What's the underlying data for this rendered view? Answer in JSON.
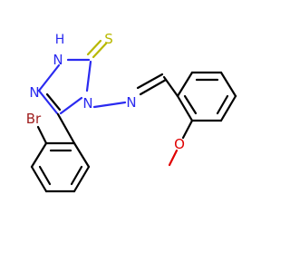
{
  "atoms": {
    "nh": "H",
    "n_nh": "N",
    "s": "S",
    "n_ring_left": "N",
    "n4": "N",
    "n_imine": "N",
    "br": "Br",
    "o": "O"
  },
  "colors": {
    "bond": "#000000",
    "nitrogen": "#2a2af0",
    "sulfur": "#b8b800",
    "bromine": "#a02020",
    "oxygen": "#e00000"
  }
}
